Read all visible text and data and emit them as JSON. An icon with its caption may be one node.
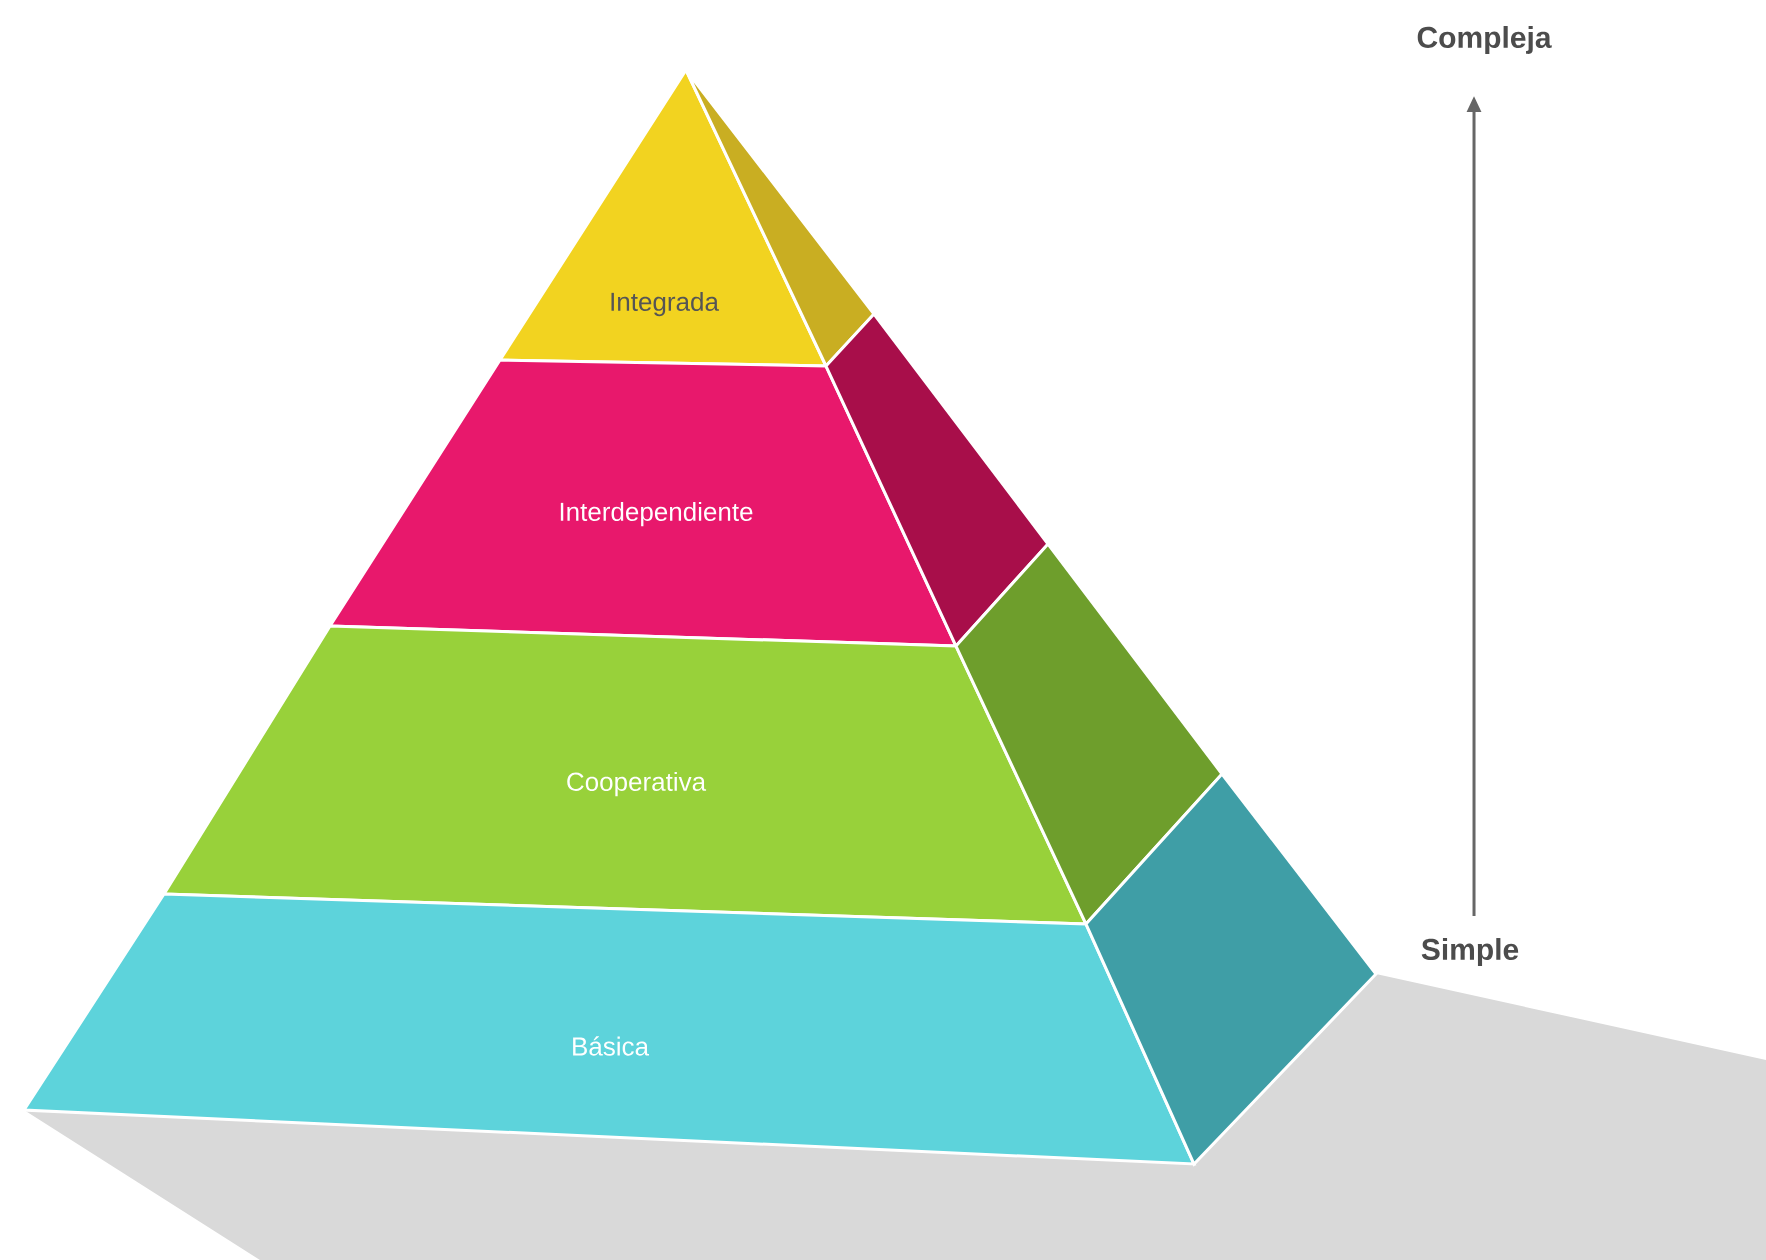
{
  "diagram": {
    "nodes": [
      {
        "text": [
          "Integrada"
        ]
      },
      {
        "text": [
          "Interdependiente"
        ]
      },
      {
        "text": [
          "Cooperativa"
        ]
      },
      {
        "text": [
          "Básica"
        ]
      }
    ],
    "labels": [
      "Compleja",
      "Simple"
    ]
  }
}
